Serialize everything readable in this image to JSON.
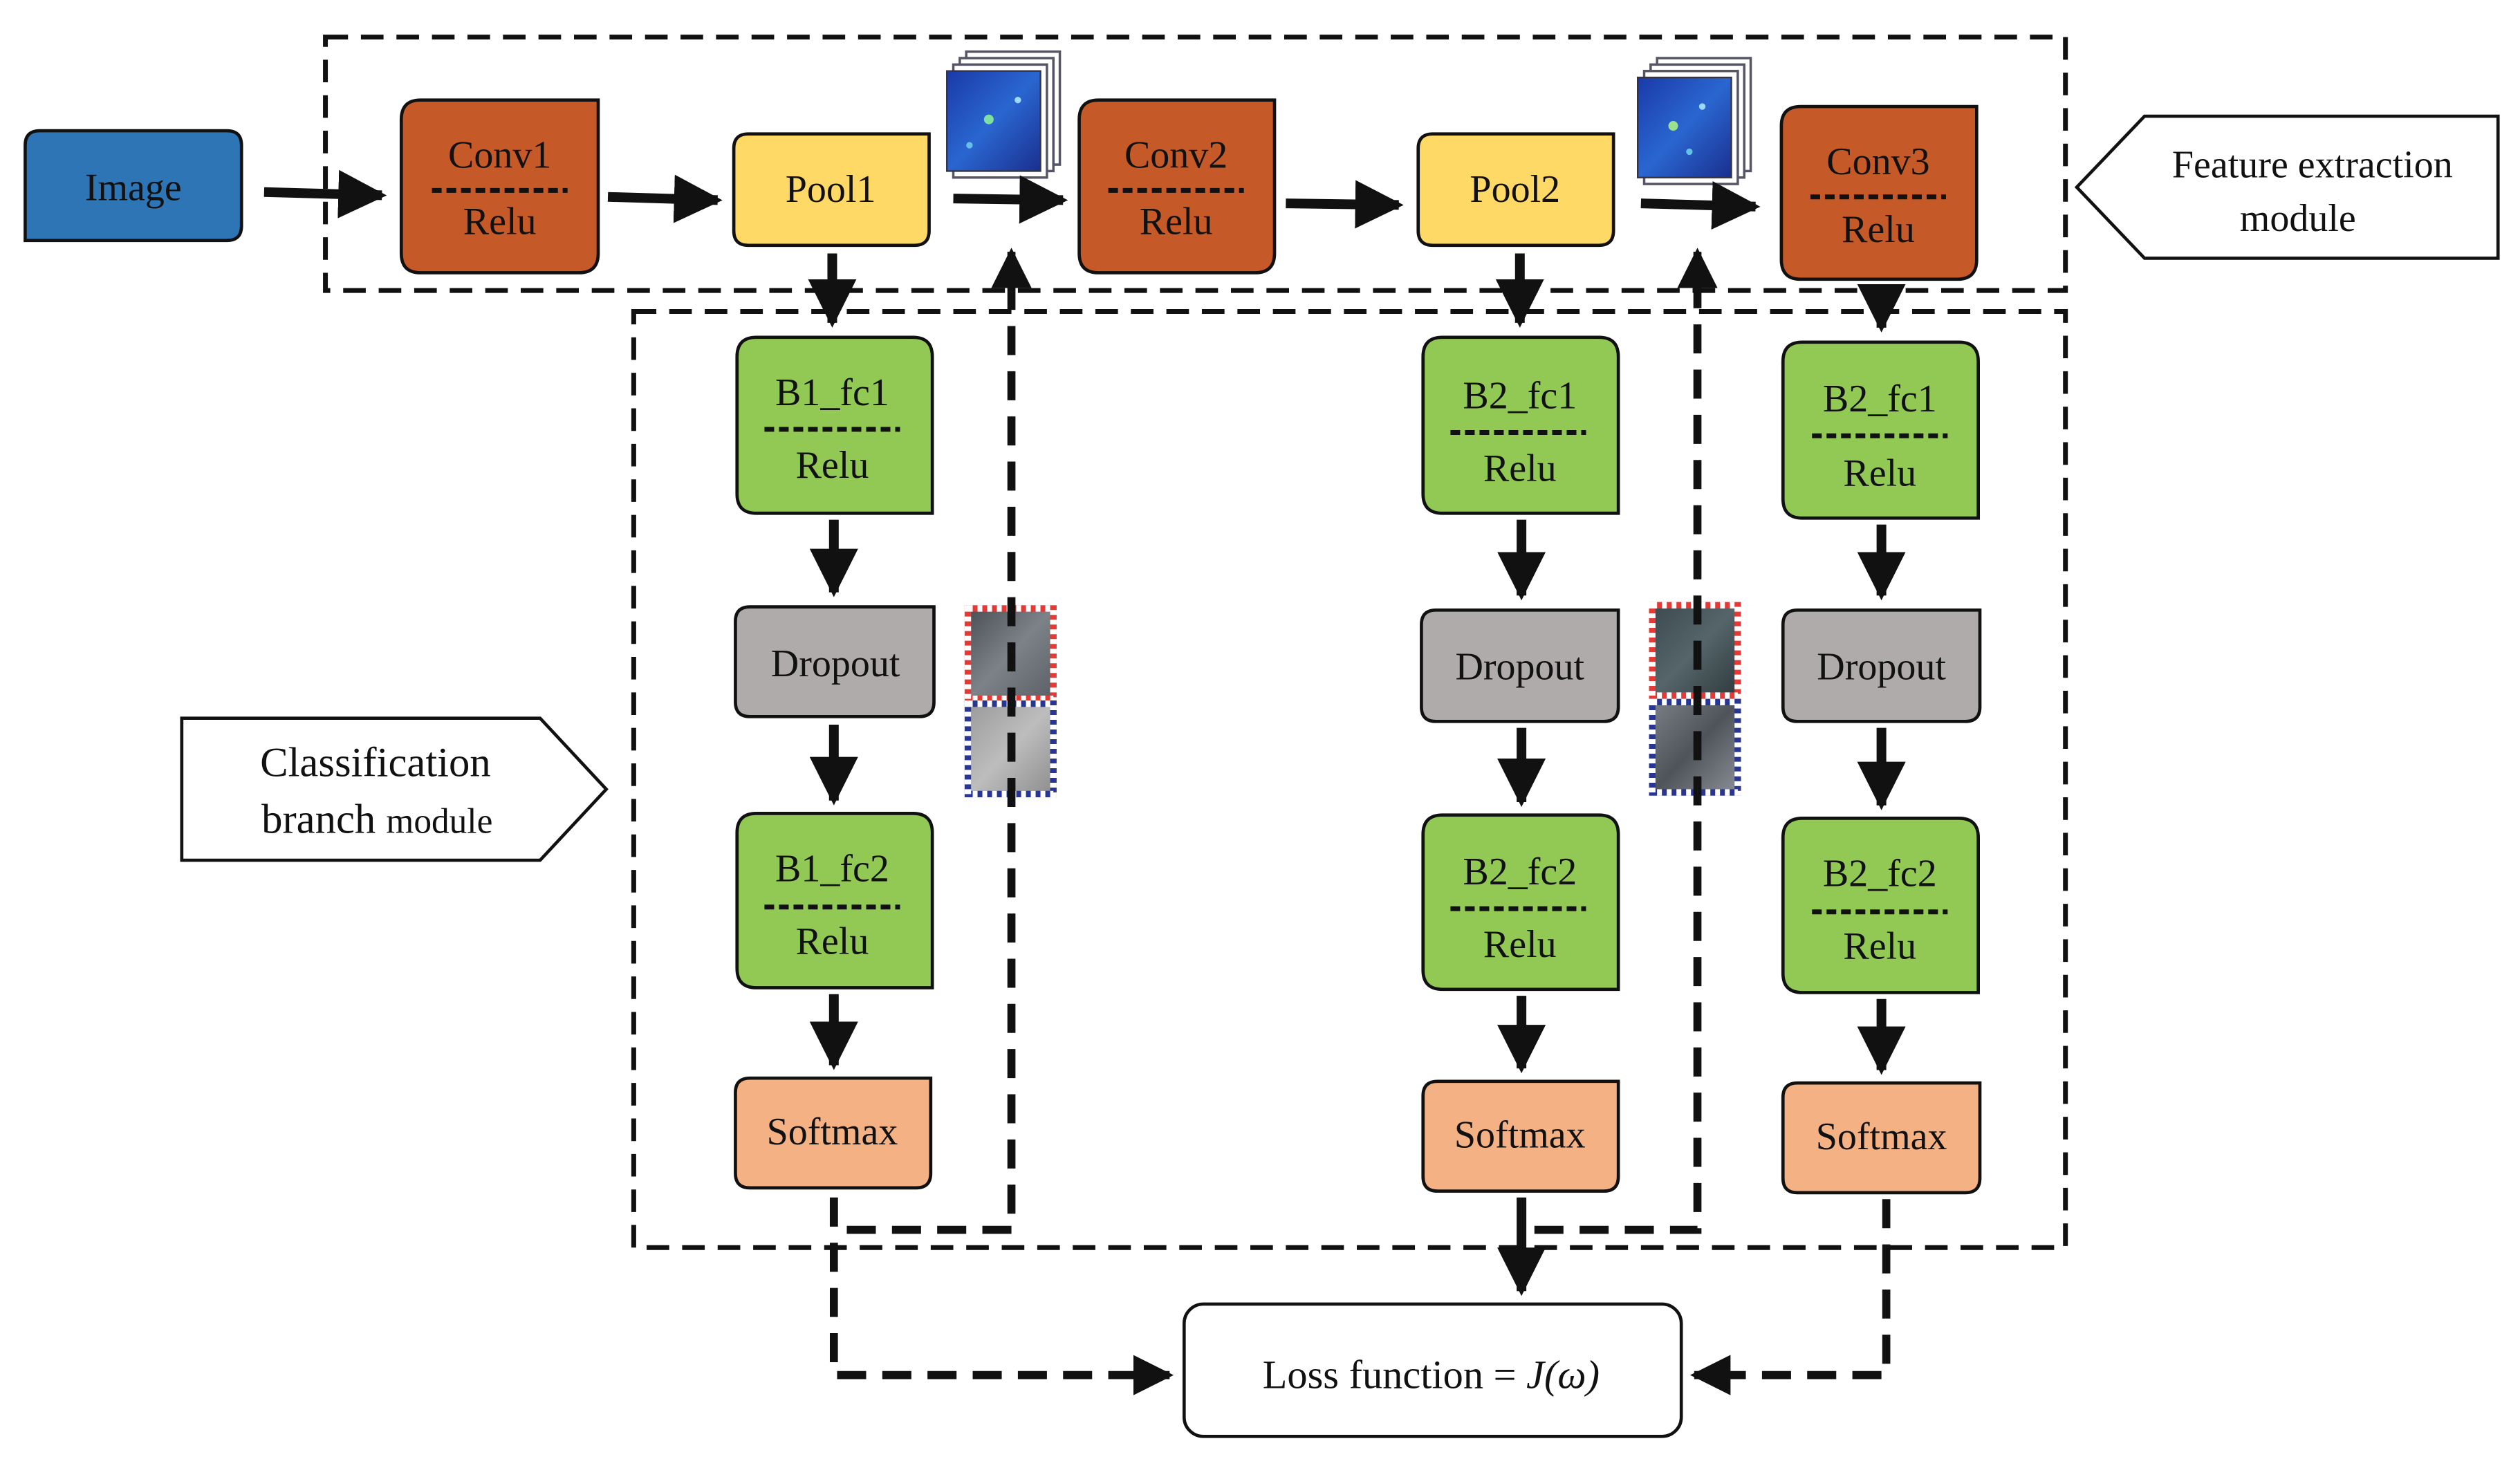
{
  "colors": {
    "image": "#2e75b6",
    "conv": "#c55a28",
    "pool": "#ffd966",
    "fc": "#92c954",
    "dropout": "#afabab",
    "softmax": "#f4b183",
    "outline": "#111111",
    "patch_red": "#e53935",
    "patch_blue": "#283593"
  },
  "image_block": {
    "label": "Image"
  },
  "conv1": {
    "top": "Conv1",
    "bottom": "Relu"
  },
  "pool1": {
    "label": "Pool1"
  },
  "conv2": {
    "top": "Conv2",
    "bottom": "Relu"
  },
  "pool2": {
    "label": "Pool2"
  },
  "conv3": {
    "top": "Conv3",
    "bottom": "Relu"
  },
  "feature_callout": {
    "line1": "Feature extraction",
    "line2": "module"
  },
  "classification_callout": {
    "line1": "Classification",
    "line2a": "branch",
    "line2b": "module"
  },
  "branch1": {
    "fc1": {
      "top": "B1_fc1",
      "bottom": "Relu"
    },
    "dropout": "Dropout",
    "fc2": {
      "top": "B1_fc2",
      "bottom": "Relu"
    },
    "softmax": "Softmax"
  },
  "branch2": {
    "fc1": {
      "top": "B2_fc1",
      "bottom": "Relu"
    },
    "dropout": "Dropout",
    "fc2": {
      "top": "B2_fc2",
      "bottom": "Relu"
    },
    "softmax": "Softmax"
  },
  "branch3": {
    "fc1": {
      "top": "B2_fc1",
      "bottom": "Relu"
    },
    "dropout": "Dropout",
    "fc2": {
      "top": "B2_fc2",
      "bottom": "Relu"
    },
    "softmax": "Softmax"
  },
  "loss": {
    "prefix": "Loss function = ",
    "formula": "J(ω)"
  }
}
